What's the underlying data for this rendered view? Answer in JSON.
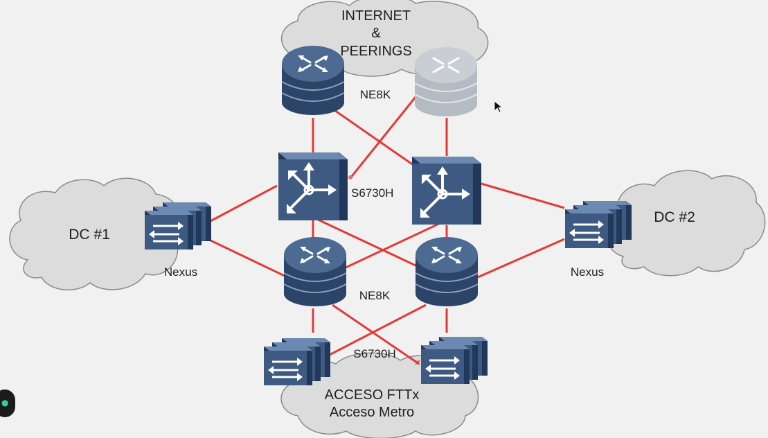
{
  "clouds": {
    "internet": {
      "lines": [
        "INTERNET",
        "&",
        "PEERINGS"
      ]
    },
    "dc1": {
      "label": "DC #1"
    },
    "dc2": {
      "label": "DC #2"
    },
    "access": {
      "lines": [
        "ACCESO FTTx",
        "Acceso Metro"
      ]
    }
  },
  "labels": {
    "ne8k_top": "NE8K",
    "s6730h_core": "S6730H",
    "ne8k_mid": "NE8K",
    "s6730h_access": "S6730H",
    "nexus_left": "Nexus",
    "nexus_right": "Nexus"
  },
  "devices": {
    "router_top_left": "router-icon",
    "router_top_right_ghost": "router-icon",
    "switch_core_left": "l3-switch-icon",
    "switch_core_right": "l3-switch-icon",
    "router_mid_left": "router-icon",
    "router_mid_right": "router-icon",
    "nexus_left": "stacked-switch-icon",
    "nexus_right": "stacked-switch-icon",
    "access_left": "stacked-switch-icon",
    "access_right": "stacked-switch-icon"
  },
  "colors": {
    "link": "#e53935",
    "device_front": "#3e5a82",
    "device_top": "#5d7aa2",
    "device_dark": "#263c5c",
    "ghost_device": "#b8bec6",
    "cloud_fill": "#dcdcdc",
    "cloud_stroke": "#7f7f7f"
  },
  "fab_icon": "leaf-icon"
}
